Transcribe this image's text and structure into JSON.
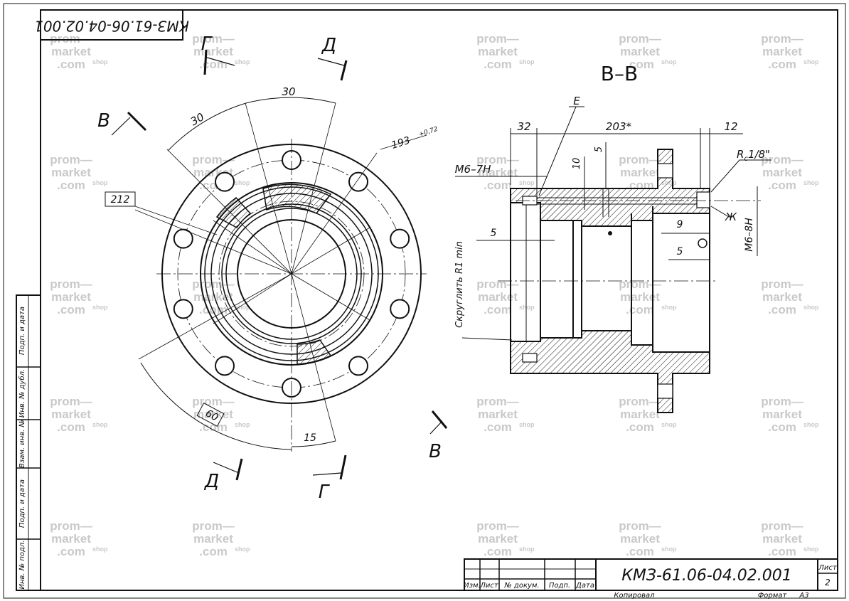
{
  "drawing": {
    "code": "КМЗ-61.06-04.02.001",
    "code_mirrored": "КМЗ-61.06-04.02.001",
    "section_title": "В–В",
    "sheet_label": "Лист",
    "sheet_number": "2",
    "copied_label": "Копировал",
    "format_label": "Формат",
    "format_value": "А3"
  },
  "title_block": {
    "col_labels": [
      "Изм.",
      "Лист",
      "№ докум.",
      "Подп.",
      "Дата"
    ]
  },
  "side_strip": {
    "labels": [
      "Подп. и дата",
      "Инв. № дубл.",
      "Взам. инв. №",
      "Подп. и дата",
      "Инв. № подл."
    ]
  },
  "section_marks": {
    "G": "Г",
    "D": "Д",
    "V": "В"
  },
  "dimensions": {
    "front": {
      "angle_30_a": "30",
      "angle_30_b": "30",
      "angle_60": "60",
      "angle_15": "15",
      "ref_212": "212",
      "dia_193": "193",
      "dia_193_tol": "+0,72"
    },
    "section": {
      "d32": "32",
      "d203": "203*",
      "d12": "12",
      "mark_E": "Е",
      "thread_m6_7h": "М6–7Н",
      "d10": "10",
      "d5_top": "5",
      "rc": "R",
      "rc_sub": "с",
      "rc_size": "1/8\"",
      "mark_Zh": "Ж",
      "thread_m6_8h": "М6–8Н",
      "d9": "9",
      "d5_right": "5",
      "d5_left": "5",
      "fillet_note": "Скруглить R1 min"
    }
  },
  "watermarks": {
    "line1": "prom—",
    "line2": "market",
    "line3": ".com",
    "suffix": "shop"
  },
  "colors": {
    "ink": "#111111",
    "watermark": "#c9c9c9",
    "paper": "#ffffff"
  }
}
